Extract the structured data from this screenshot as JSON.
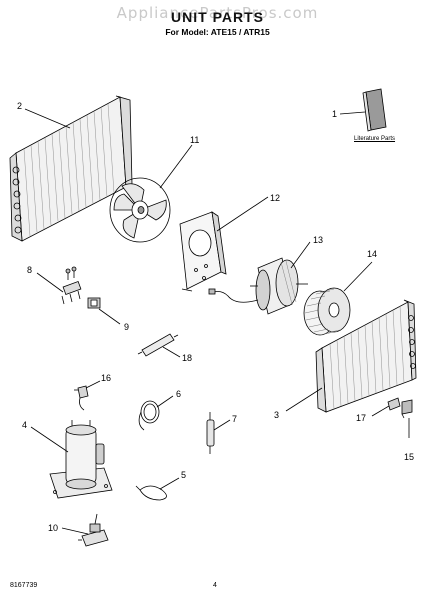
{
  "watermark": "AppliancePartsPros.com",
  "title": "UNIT PARTS",
  "subtitle": "For Model: ATE15 / ATR15",
  "literature_label": "Literature Parts",
  "footer": {
    "doc_number": "8167739",
    "page_number": "4"
  },
  "callouts": {
    "c1": "1",
    "c2": "2",
    "c3": "3",
    "c4": "4",
    "c5": "5",
    "c6": "6",
    "c7": "7",
    "c8": "8",
    "c9": "9",
    "c10": "10",
    "c11": "11",
    "c12": "12",
    "c13": "13",
    "c14": "14",
    "c15": "15",
    "c16": "16",
    "c17": "17",
    "c18": "18"
  }
}
